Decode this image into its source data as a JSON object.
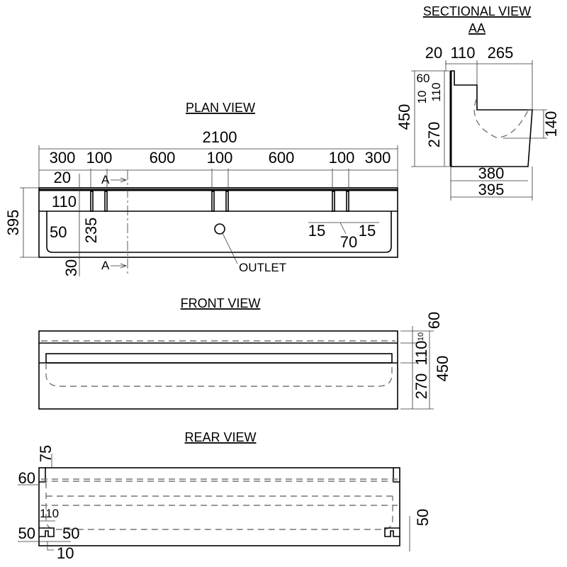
{
  "titles": {
    "plan": "PLAN VIEW",
    "section": "SECTIONAL VIEW",
    "section_id": "AA",
    "front": "FRONT VIEW",
    "rear": "REAR VIEW"
  },
  "plan": {
    "overall": "2100",
    "segments": [
      "300",
      "100",
      "600",
      "100",
      "600",
      "100",
      "300"
    ],
    "depth": "395",
    "d20": "20",
    "d110": "110",
    "d50": "50",
    "d235": "235",
    "d30": "30",
    "section_mark": "A",
    "outlet": "OUTLET",
    "g15a": "15",
    "g70": "70",
    "g15b": "15"
  },
  "section": {
    "w20": "20",
    "w110": "110",
    "w265": "265",
    "h450": "450",
    "h60": "60",
    "h10": "10",
    "h110": "110",
    "h270": "270",
    "h140": "140",
    "b380": "380",
    "b395": "395"
  },
  "front": {
    "h60": "60",
    "h10": "10",
    "h110": "110",
    "h270": "270",
    "h450": "450"
  },
  "rear": {
    "d75": "75",
    "d60": "60",
    "d110": "110",
    "d50a": "50",
    "d50b": "50",
    "d10": "10",
    "d50r": "50"
  }
}
